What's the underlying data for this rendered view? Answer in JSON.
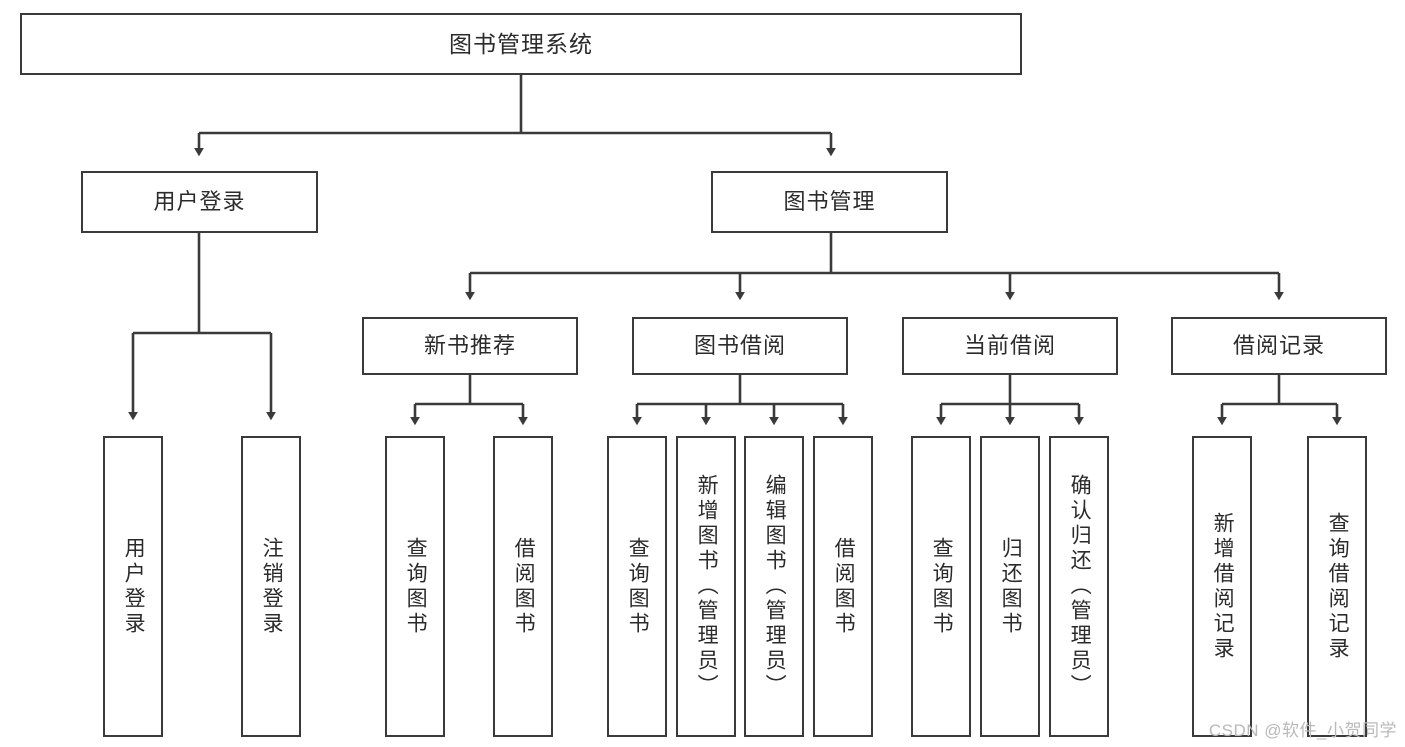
{
  "diagram": {
    "title": "图书管理系统",
    "watermark": "CSDN @软件_小贺同学",
    "theme": {
      "background": "#ffffff",
      "box_border": "#3a3a3a",
      "box_fill": "#ffffff",
      "text": "#2b2b2b",
      "edge": "#3a3a3a",
      "watermark": "#b9b9b9"
    },
    "levels": {
      "root": [
        "图书管理系统"
      ],
      "level2": [
        "用户登录",
        "图书管理"
      ],
      "level3": [
        "新书推荐",
        "图书借阅",
        "当前借阅",
        "借阅记录"
      ],
      "level4": [
        "用户登录",
        "注销登录",
        "查询图书",
        "借阅图书",
        "查询图书",
        "新增图书（管理员）",
        "编辑图书（管理员）",
        "借阅图书",
        "查询图书",
        "归还图书",
        "确认归还（管理员）",
        "新增借阅记录",
        "查询借阅记录"
      ]
    },
    "nodes": {
      "root": {
        "label": "图书管理系统"
      },
      "user_login": {
        "label": "用户登录"
      },
      "book_manage": {
        "label": "图书管理"
      },
      "new_book_rec": {
        "label": "新书推荐"
      },
      "book_borrow": {
        "label": "图书借阅"
      },
      "current_borrow": {
        "label": "当前借阅"
      },
      "borrow_record": {
        "label": "借阅记录"
      },
      "leaf_user_login": {
        "label": "用户登录"
      },
      "leaf_logout": {
        "label": "注销登录"
      },
      "leaf_query_book_a": {
        "label": "查询图书"
      },
      "leaf_borrow_book_a": {
        "label": "借阅图书"
      },
      "leaf_query_book_b": {
        "label": "查询图书"
      },
      "leaf_add_book": {
        "label": "新增图书（管理员）"
      },
      "leaf_edit_book": {
        "label": "编辑图书（管理员）"
      },
      "leaf_borrow_book_b": {
        "label": "借阅图书"
      },
      "leaf_query_book_c": {
        "label": "查询图书"
      },
      "leaf_return_book": {
        "label": "归还图书"
      },
      "leaf_confirm_return": {
        "label": "确认归还（管理员）"
      },
      "leaf_add_record": {
        "label": "新增借阅记录"
      },
      "leaf_query_record": {
        "label": "查询借阅记录"
      }
    },
    "edges": [
      {
        "from": "root",
        "to": "user_login"
      },
      {
        "from": "root",
        "to": "book_manage"
      },
      {
        "from": "user_login",
        "to": "leaf_user_login"
      },
      {
        "from": "user_login",
        "to": "leaf_logout"
      },
      {
        "from": "book_manage",
        "to": "new_book_rec"
      },
      {
        "from": "book_manage",
        "to": "book_borrow"
      },
      {
        "from": "book_manage",
        "to": "current_borrow"
      },
      {
        "from": "book_manage",
        "to": "borrow_record"
      },
      {
        "from": "new_book_rec",
        "to": "leaf_query_book_a"
      },
      {
        "from": "new_book_rec",
        "to": "leaf_borrow_book_a"
      },
      {
        "from": "book_borrow",
        "to": "leaf_query_book_b"
      },
      {
        "from": "book_borrow",
        "to": "leaf_add_book"
      },
      {
        "from": "book_borrow",
        "to": "leaf_edit_book"
      },
      {
        "from": "book_borrow",
        "to": "leaf_borrow_book_b"
      },
      {
        "from": "current_borrow",
        "to": "leaf_query_book_c"
      },
      {
        "from": "current_borrow",
        "to": "leaf_return_book"
      },
      {
        "from": "current_borrow",
        "to": "leaf_confirm_return"
      },
      {
        "from": "borrow_record",
        "to": "leaf_add_record"
      },
      {
        "from": "borrow_record",
        "to": "leaf_query_record"
      }
    ]
  }
}
